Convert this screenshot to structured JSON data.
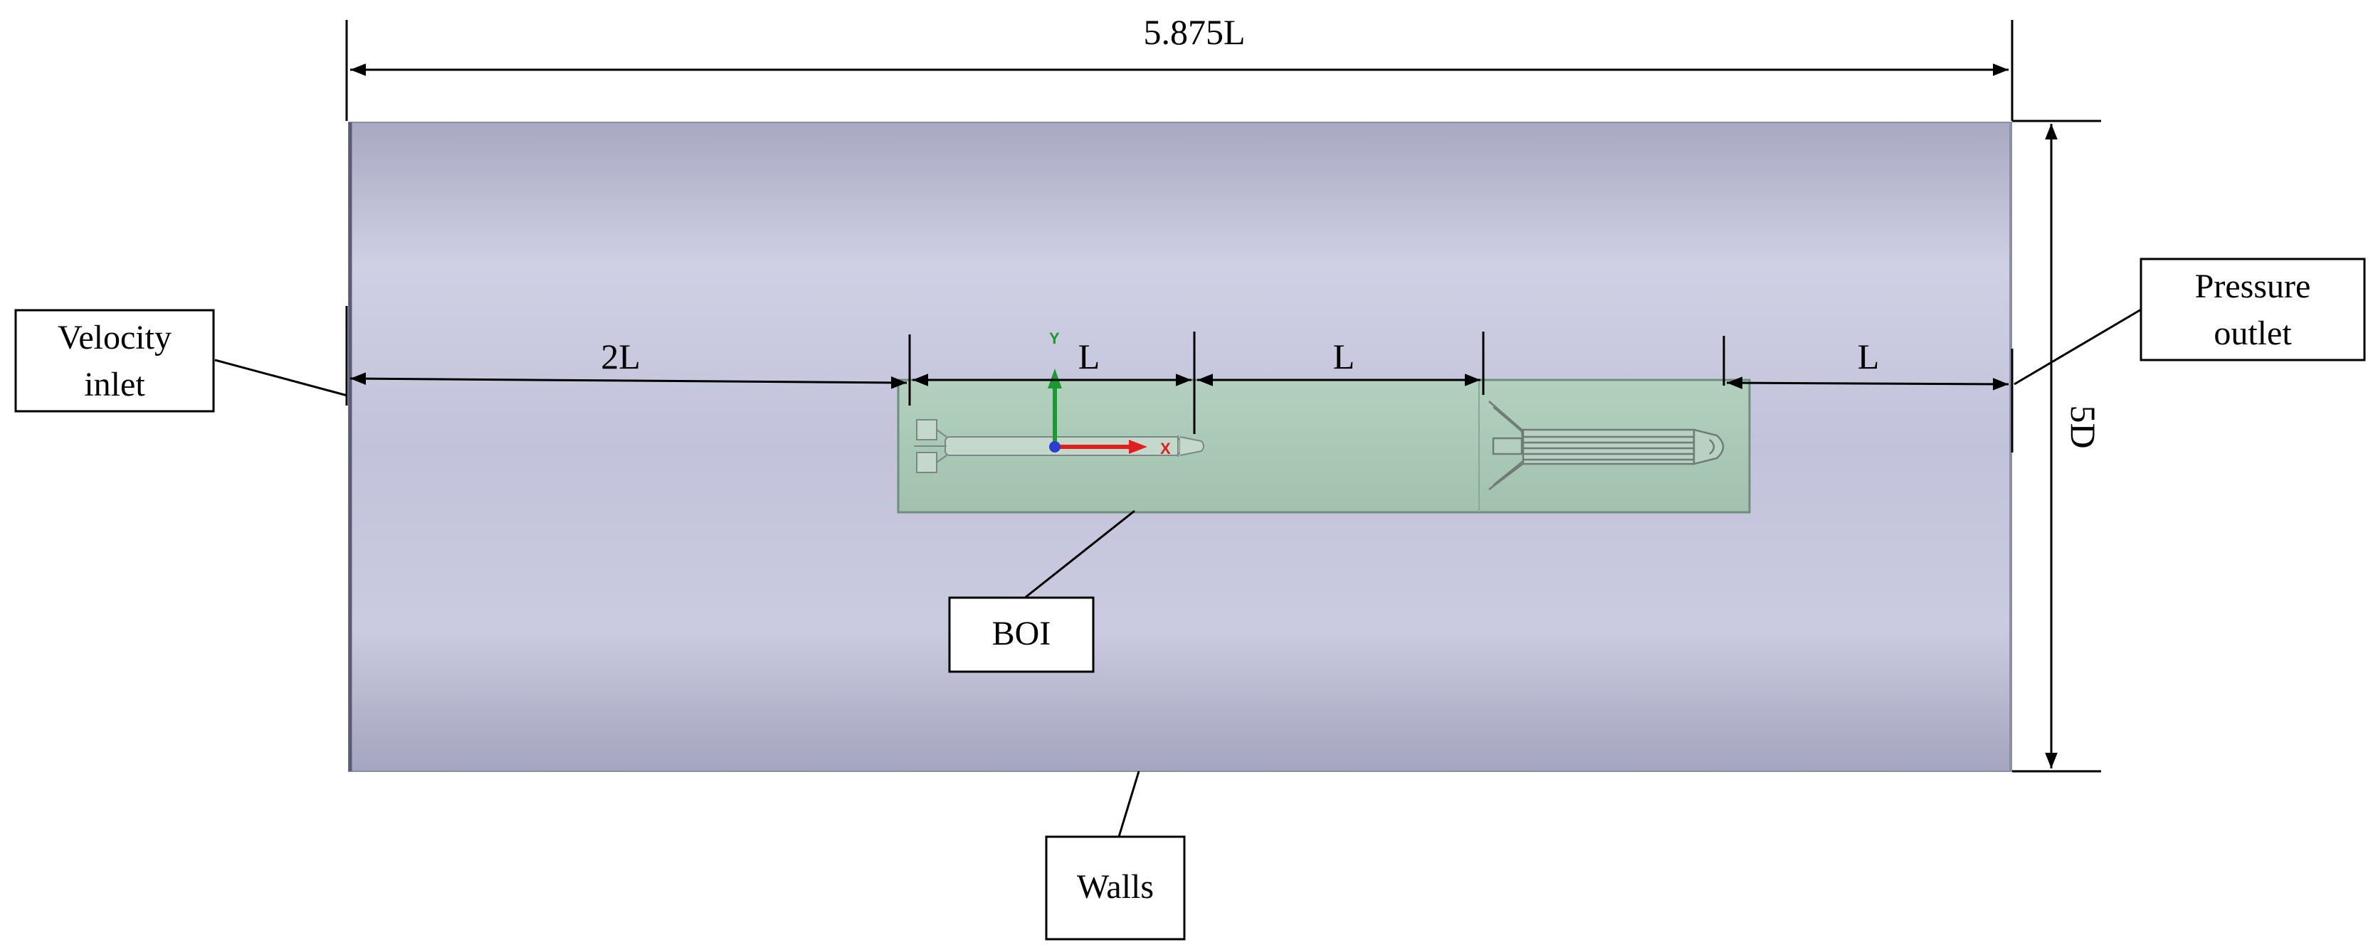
{
  "dimensions": {
    "total_length": "5.875L",
    "upstream": "2L",
    "model_1": "L",
    "gap": "L",
    "downstream": "L",
    "diameter": "5D"
  },
  "labels": {
    "velocity_inlet": [
      "Velocity",
      "inlet"
    ],
    "pressure_outlet": [
      "Pressure",
      "outlet"
    ],
    "boi": "BOI",
    "walls": "Walls"
  },
  "axes": {
    "x": "X",
    "y": "Y"
  },
  "colors": {
    "domain_light": "#cfd0e4",
    "domain_dark": "#a8a9c2",
    "boi_fill": "#a9c9b6",
    "boi_edge": "#6d8f7b",
    "x_axis": "#e02020",
    "y_axis": "#1a9a30",
    "origin": "#2a3fd0"
  }
}
